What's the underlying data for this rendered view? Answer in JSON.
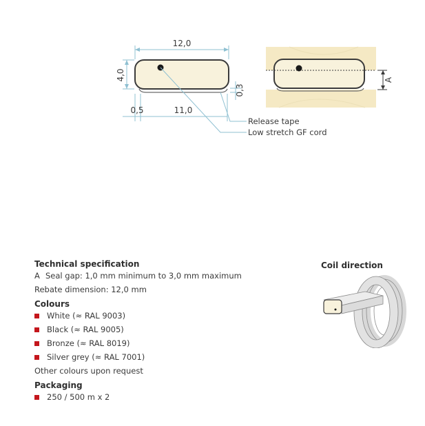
{
  "diagram": {
    "dim_width": "12,0",
    "dim_height": "4,0",
    "dim_offset": "0,5",
    "dim_base": "11,0",
    "dim_tape": "0,3",
    "dim_gap": "A",
    "callout_tape": "Release tape",
    "callout_cord": "Low stretch GF cord"
  },
  "spec": {
    "tech_title": "Technical specification",
    "seal_gap_marker": "A",
    "seal_gap": "Seal gap: 1,0 mm minimum to 3,0 mm maximum",
    "rebate": "Rebate dimension: 12,0 mm",
    "colours_title": "Colours",
    "colours": [
      "White (≈ RAL 9003)",
      "Black (≈ RAL 9005)",
      "Bronze (≈ RAL 8019)",
      "Silver grey (≈ RAL 7001)"
    ],
    "colours_note": "Other colours upon request",
    "packaging_title": "Packaging",
    "packaging": [
      "250 / 500 m x 2"
    ]
  },
  "coil": {
    "title": "Coil direction"
  },
  "colors": {
    "accent": "#c4161c",
    "seal_fill": "#f8f2dc",
    "wood": "#f5e9c4",
    "dimension_line": "#8fc0d2"
  }
}
